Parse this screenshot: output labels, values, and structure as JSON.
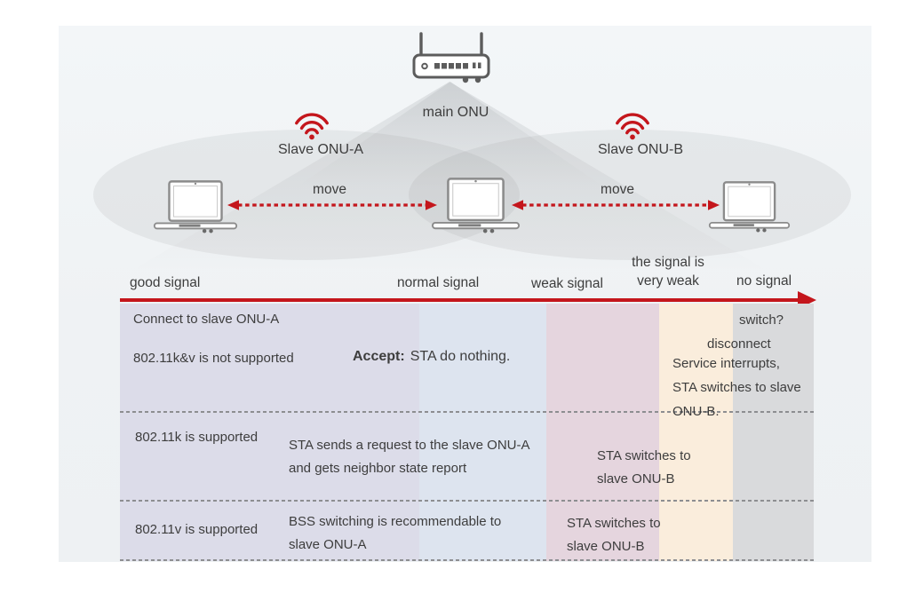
{
  "topology": {
    "main_onu_label": "main ONU",
    "slave_a_label": "Slave ONU-A",
    "slave_b_label": "Slave ONU-B",
    "move_left_label": "move",
    "move_right_label": "move"
  },
  "signal_axis": {
    "good": "good signal",
    "normal": "normal signal",
    "weak": "weak signal",
    "very_weak_line1": "the signal is",
    "very_weak_line2": "very weak",
    "none": "no signal"
  },
  "table": {
    "column_colors": [
      "#dcdce9",
      "#dde4ef",
      "#e5d5de",
      "#faeddc",
      "#d9dadc"
    ],
    "row1": {
      "connect": "Connect to slave ONU-A",
      "capability": "802.11k&v is not supported",
      "accept_label": "Accept:",
      "accept_text": "STA do nothing.",
      "switch_q": "switch?",
      "disconnect": "disconnect",
      "interrupt_line1": "Service interrupts,",
      "interrupt_line2": "STA switches to slave",
      "interrupt_line3": "ONU-B."
    },
    "row2": {
      "capability": "802.11k is supported",
      "action_line1": "STA sends a request to the slave ONU-A",
      "action_line2": "and gets neighbor state report",
      "switch_line1": "STA switches to",
      "switch_line2": "slave ONU-B"
    },
    "row3": {
      "capability": "802.11v is supported",
      "action_line1": "BSS switching is recommendable to",
      "action_line2": "slave ONU-A",
      "switch_line1": "STA switches to",
      "switch_line2": "slave ONU-B"
    }
  },
  "colors": {
    "accent_red": "#c4161c",
    "text": "#3d3d3d",
    "panel_background": "#f1f4f6"
  }
}
